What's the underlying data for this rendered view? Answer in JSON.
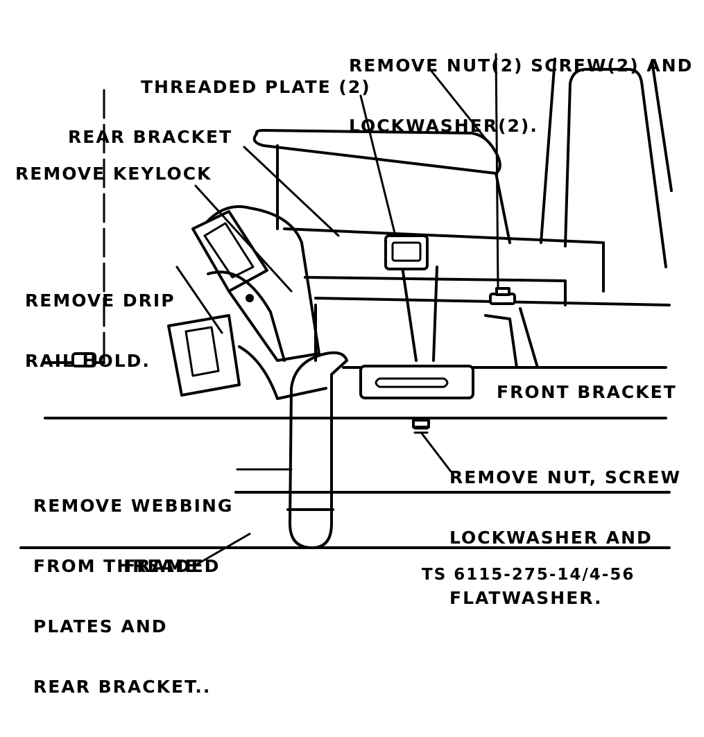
{
  "figure": {
    "id": "TS 6115-275-14/4-56",
    "colors": {
      "ink": "#000000",
      "paper": "#ffffff"
    }
  },
  "callouts": {
    "remove_nut_screw_lockwasher_top": [
      "REMOVE NUT(2) SCREW(2) AND",
      "LOCKWASHER(2)."
    ],
    "threaded_plate": "THREADED PLATE (2)",
    "rear_bracket": "REAR BRACKET",
    "remove_keylock": "REMOVE KEYLOCK",
    "remove_drip_rail_hold": [
      "REMOVE DRIP",
      "RAIL HOLD."
    ],
    "front_bracket": "FRONT BRACKET",
    "remove_nut_screw_lockwasher_flatwasher": [
      "REMOVE NUT, SCREW",
      "LOCKWASHER AND",
      "FLATWASHER."
    ],
    "remove_webbing": [
      "REMOVE WEBBING",
      "FROM THREADED",
      "PLATES AND",
      "REAR BRACKET.."
    ],
    "frame": "FRAME"
  }
}
